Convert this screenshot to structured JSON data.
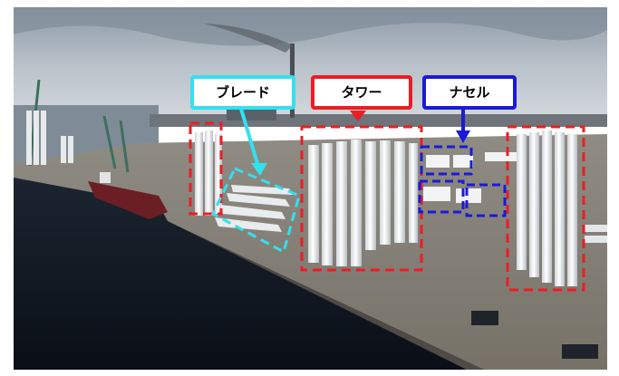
{
  "labels": {
    "blade": "ブレード",
    "tower": "タワー",
    "nacelle": "ナセル"
  },
  "colors": {
    "blade": "#33e0f0",
    "tower": "#ee1c24",
    "nacelle": "#1a1adc"
  },
  "icons": [
    "factory-chimney-icon",
    "crane-icon",
    "cargo-ship-icon"
  ]
}
